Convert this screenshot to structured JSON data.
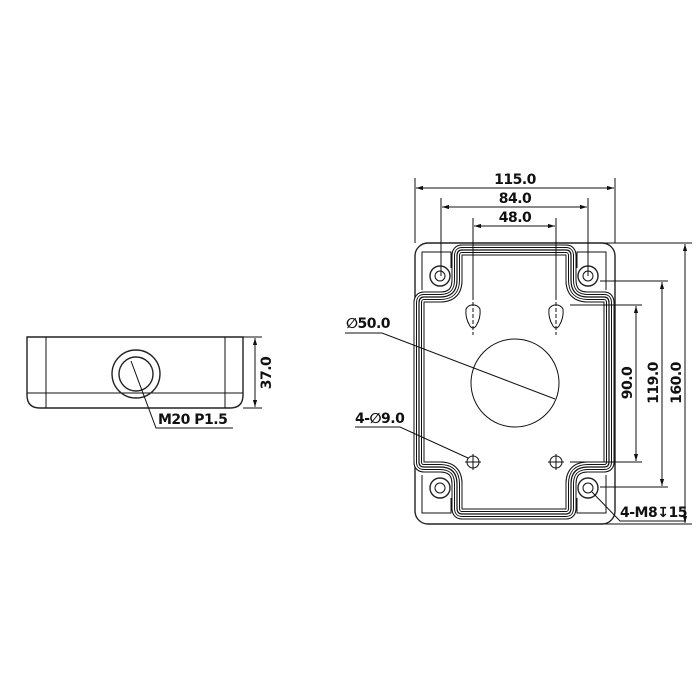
{
  "side_view": {
    "height_dim": "37.0",
    "thread_label": "M20 P1.5"
  },
  "top_view": {
    "width_overall": "115.0",
    "width_mid": "84.0",
    "width_inner": "48.0",
    "height_inner": "90.0",
    "height_mid": "119.0",
    "height_overall": "160.0",
    "center_hole": "∅50.0",
    "mount_holes": "4-∅9.0",
    "screw_holes": "4-M8↧15"
  },
  "colors": {
    "line": "#111111",
    "background": "#ffffff"
  }
}
